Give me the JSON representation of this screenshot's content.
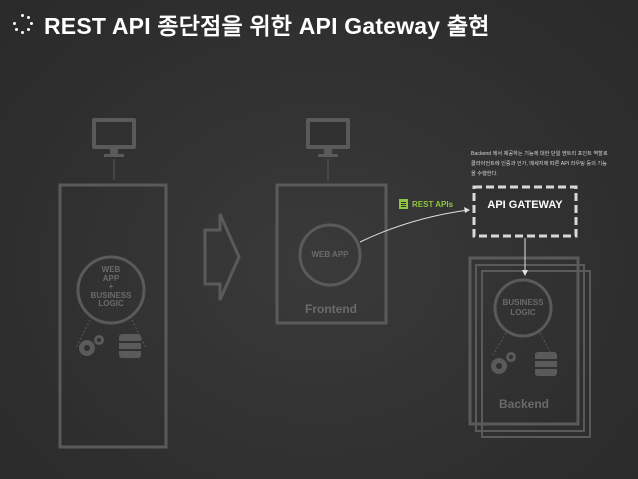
{
  "header": {
    "title": "REST API 종단점을 위한 API Gateway 출현",
    "icon": "spinner-dots-icon"
  },
  "left_panel": {
    "app_label_line1": "WEB",
    "app_label_line2": "APP",
    "app_label_line3": "+",
    "app_label_line4": "BUSINESS",
    "app_label_line5": "LOGIC"
  },
  "frontend": {
    "app_label": "WEB APP",
    "box_label": "Frontend"
  },
  "gateway": {
    "label": "API GATEWAY",
    "description": "Backend 에서 제공하는 기능에 대한 단일 엔트리 포인트 역할로 클라이언트에 인증과 인가, 메세지에 따른 API 라우팅 등의 기능을 수행한다."
  },
  "rest_badge": {
    "label": "REST APIs",
    "icon": "document-icon",
    "color": "#8ec63f"
  },
  "backend": {
    "logic_line1": "BUSINESS",
    "logic_line2": "LOGIC",
    "box_label": "Backend"
  },
  "colors": {
    "background": "#303030",
    "stroke": "#5a5a5a",
    "accent_green": "#8ec63f"
  }
}
